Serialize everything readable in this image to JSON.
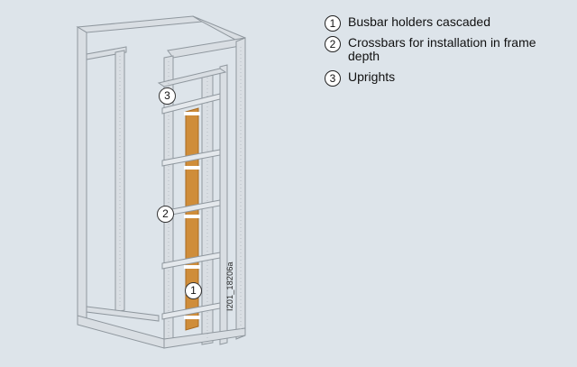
{
  "legend": [
    {
      "number": "1",
      "text": "Busbar holders cascaded"
    },
    {
      "number": "2",
      "text": "Crossbars for installation in frame depth"
    },
    {
      "number": "3",
      "text": "Uprights"
    }
  ],
  "callouts": {
    "c1": "1",
    "c2": "2",
    "c3": "3"
  },
  "figure_id": "I201_18206a",
  "colors": {
    "background": "#dde4ea",
    "frame": "#d8dde2",
    "busbar": "#cf8d3a"
  }
}
